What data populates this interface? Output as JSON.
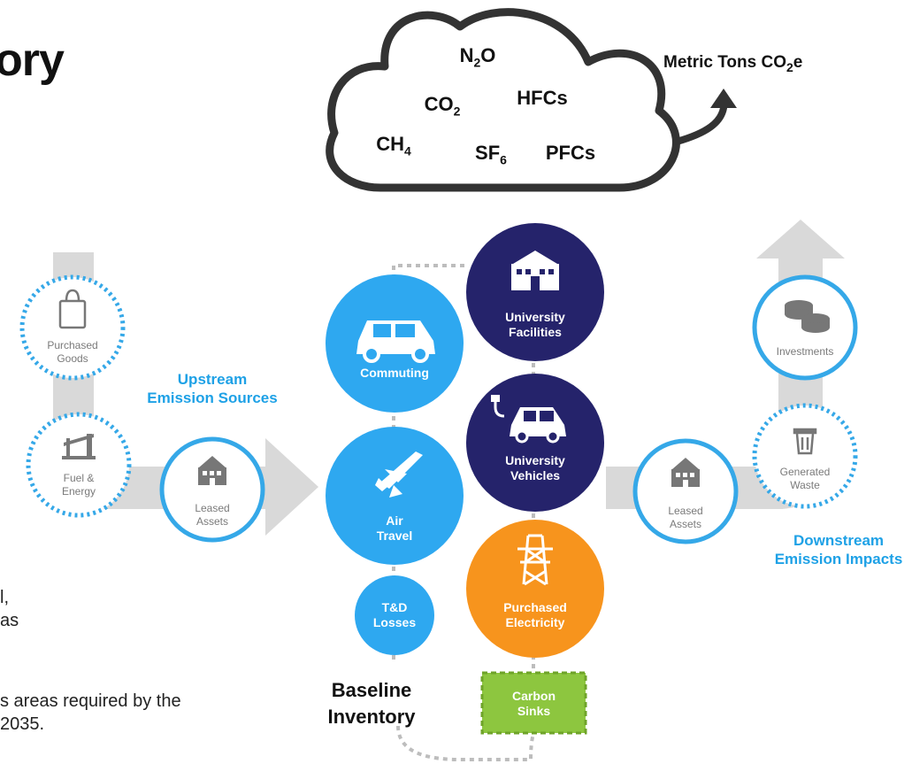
{
  "title": "ory",
  "body_fragments": [
    "l,",
    "as",
    "s areas required by the",
    "2035."
  ],
  "cloud": {
    "gases": [
      {
        "main": "N",
        "sub": "2",
        "tail": "O"
      },
      {
        "main": "CO",
        "sub": "2",
        "tail": ""
      },
      {
        "main": "HFCs",
        "sub": "",
        "tail": ""
      },
      {
        "main": "CH",
        "sub": "4",
        "tail": ""
      },
      {
        "main": "SF",
        "sub": "6",
        "tail": ""
      },
      {
        "main": "PFCs",
        "sub": "",
        "tail": ""
      }
    ],
    "output": {
      "main": "Metric Tons CO",
      "sub": "2",
      "tail": "e"
    }
  },
  "upstream": {
    "heading_line1": "Upstream",
    "heading_line2": "Emission Sources",
    "items": [
      {
        "icon": "shopping-bag-icon",
        "line1": "Purchased",
        "line2": "Goods"
      },
      {
        "icon": "oil-pump-icon",
        "line1": "Fuel &",
        "line2": "Energy"
      },
      {
        "icon": "building-icon",
        "line1": "Leased",
        "line2": "Assets"
      }
    ]
  },
  "baseline": {
    "commuting": {
      "icon": "car-icon",
      "label": "Commuting"
    },
    "air_travel": {
      "icon": "airplane-icon",
      "line1": "Air",
      "line2": "Travel"
    },
    "td_losses": {
      "line1": "T&D",
      "line2": "Losses"
    },
    "university_facilities": {
      "icon": "university-building-icon",
      "line1": "University",
      "line2": "Facilities"
    },
    "university_vehicles": {
      "icon": "electric-car-icon",
      "line1": "University",
      "line2": "Vehicles"
    },
    "purchased_electricity": {
      "icon": "power-tower-icon",
      "line1": "Purchased",
      "line2": "Electricity"
    },
    "carbon_sinks": {
      "line1": "Carbon",
      "line2": "Sinks"
    },
    "label_line1": "Baseline",
    "label_line2": "Inventory"
  },
  "downstream": {
    "heading_line1": "Downstream",
    "heading_line2": "Emission Impacts",
    "items": [
      {
        "icon": "coins-icon",
        "line1": "Investments",
        "line2": ""
      },
      {
        "icon": "trash-bin-icon",
        "line1": "Generated",
        "line2": "Waste"
      },
      {
        "icon": "building-icon",
        "line1": "Leased",
        "line2": "Assets"
      }
    ]
  },
  "colors": {
    "light_blue": "#2ea8f0",
    "navy": "#25236b",
    "orange": "#f7941d",
    "green": "#8dc63f",
    "gray_arrow": "#d9d9d9",
    "cloud_stroke": "#333333"
  }
}
